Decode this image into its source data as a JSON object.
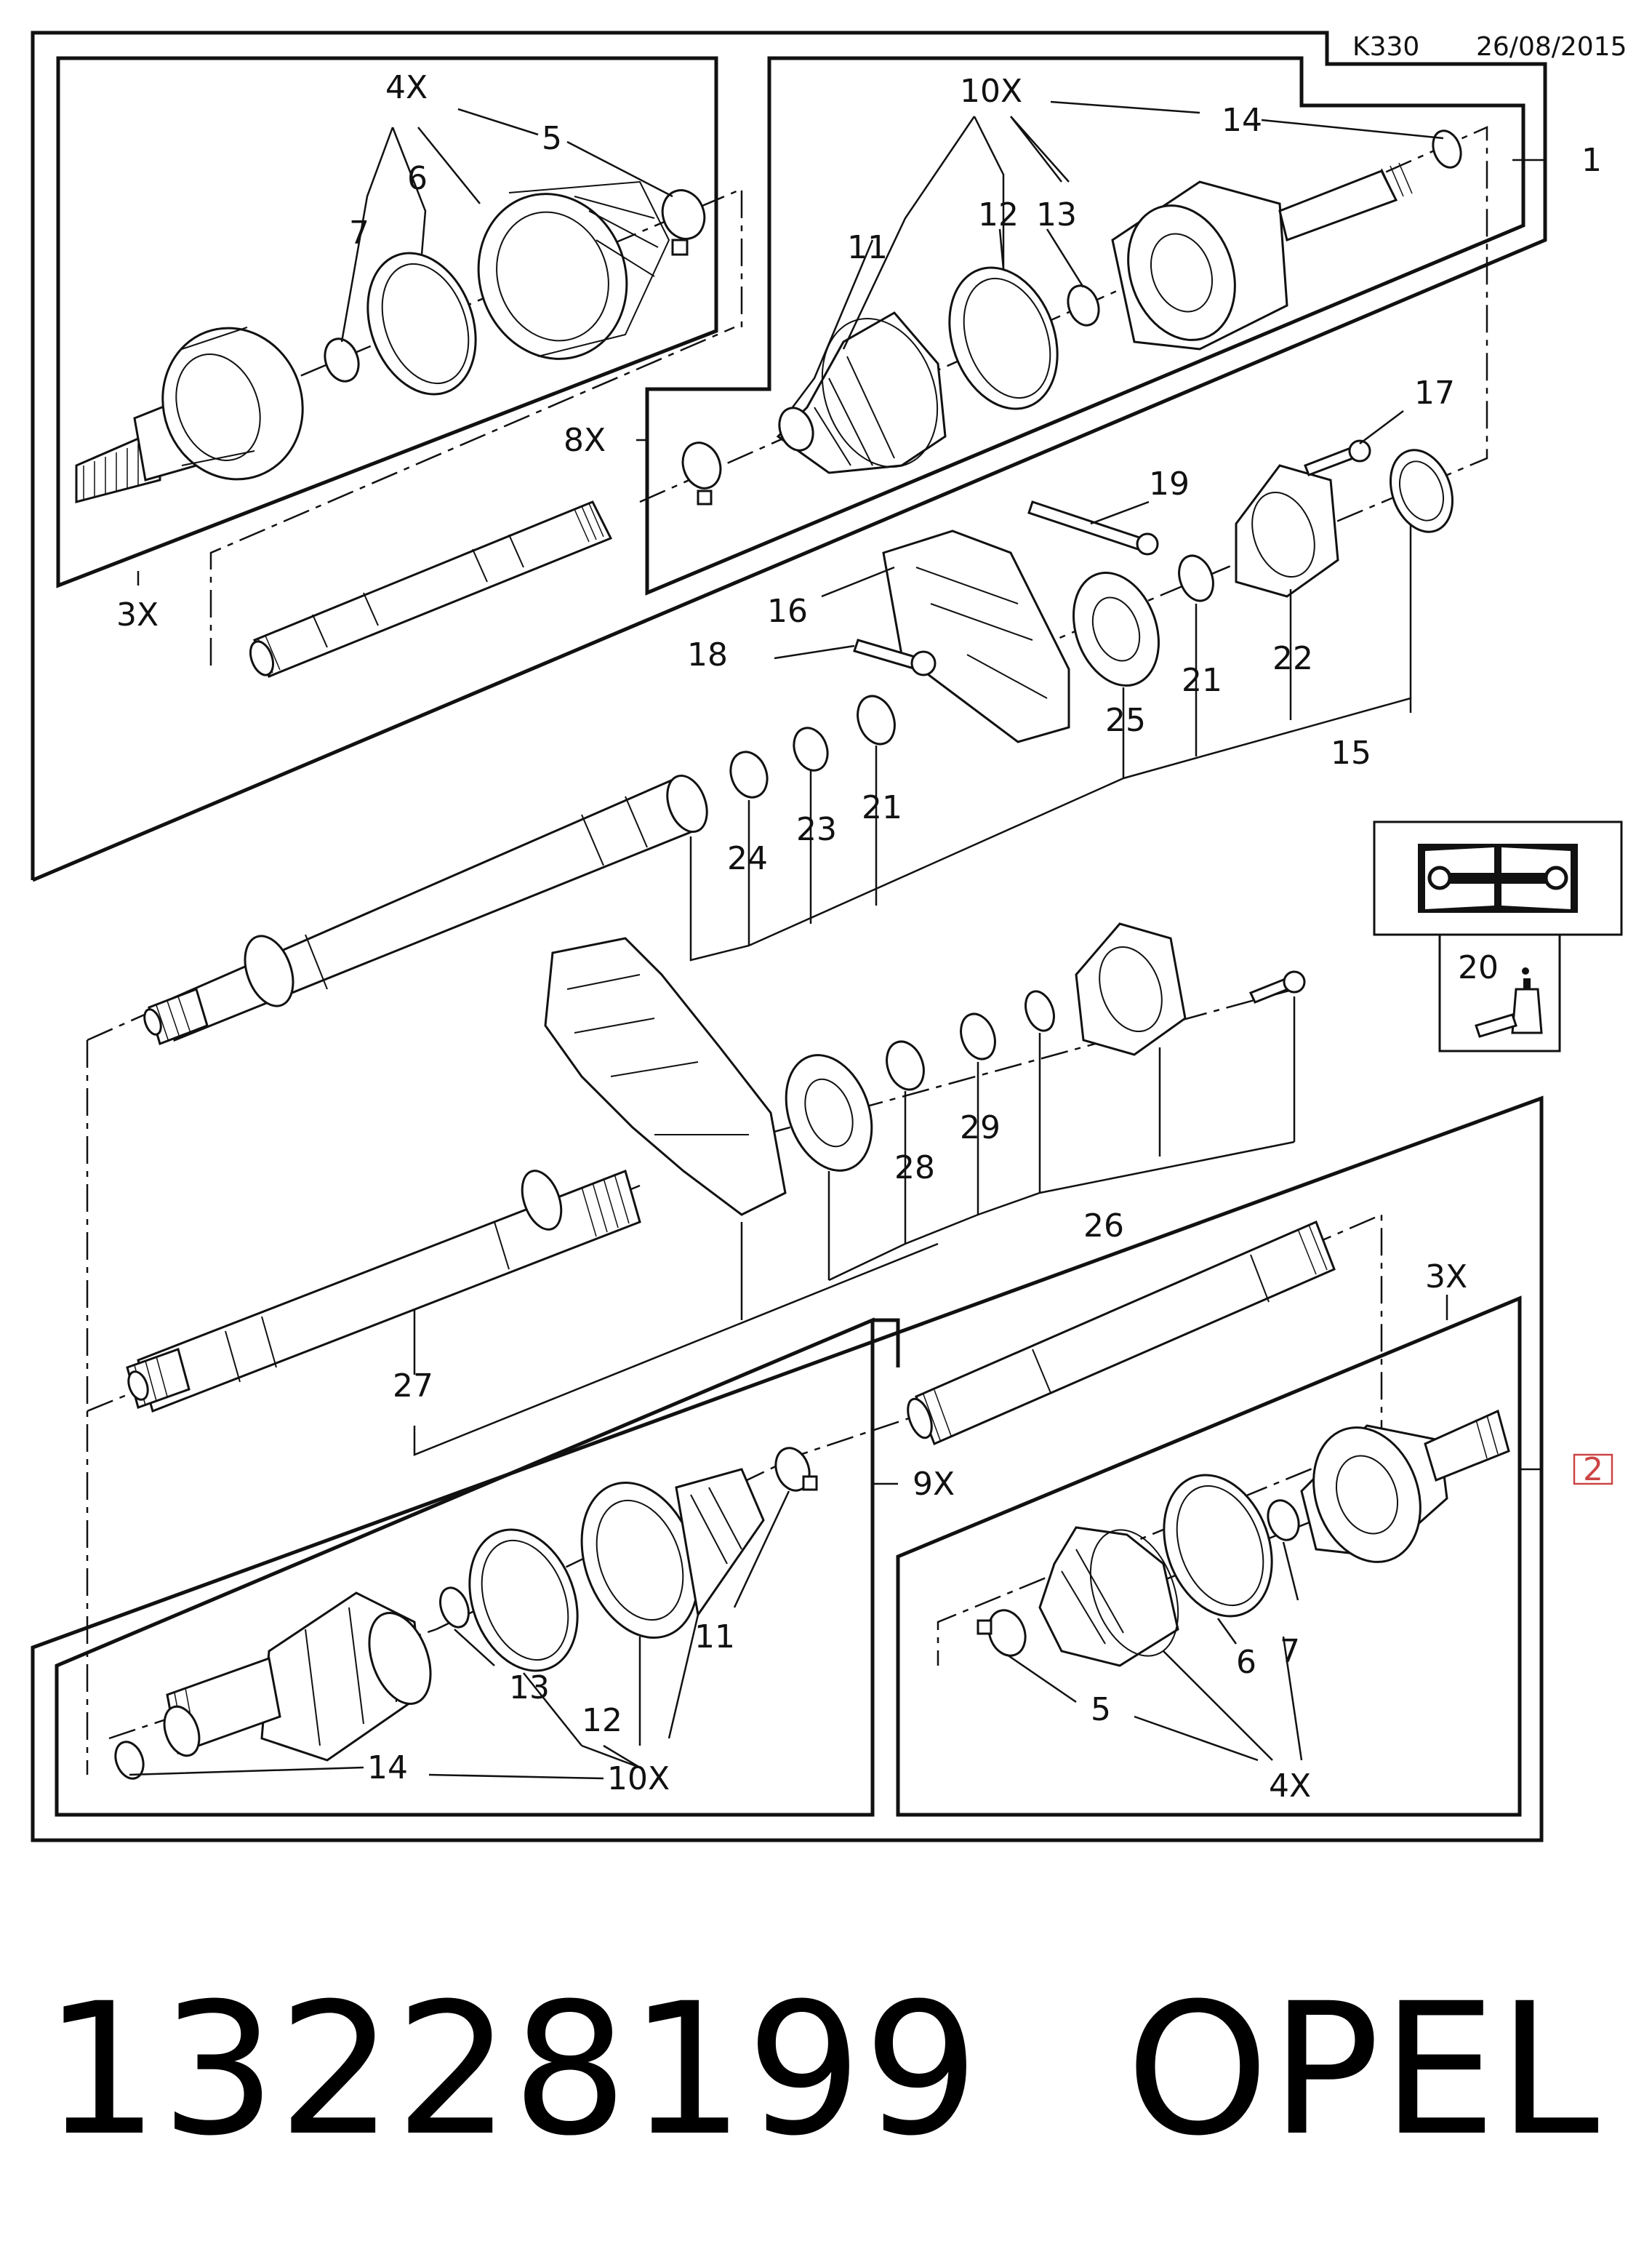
{
  "header": {
    "code": "K330",
    "date": "26/08/2015"
  },
  "callouts": {
    "c1": "1",
    "c2": "2",
    "c3x_top": "3X",
    "c3x_bot": "3X",
    "c4x_top": "4X",
    "c4x_bot": "4X",
    "c5_top": "5",
    "c5_bot": "5",
    "c6_top": "6",
    "c6_bot": "6",
    "c7_top": "7",
    "c7_bot": "7",
    "c8x": "8X",
    "c9x": "9X",
    "c10x_top": "10X",
    "c10x_bot": "10X",
    "c11_top": "11",
    "c11_bot": "11",
    "c12_top": "12",
    "c12_bot": "12",
    "c13_top": "13",
    "c13_bot": "13",
    "c14_top": "14",
    "c14_bot": "14",
    "c15": "15",
    "c16": "16",
    "c17": "17",
    "c18": "18",
    "c19": "19",
    "c20": "20",
    "c21_a": "21",
    "c21_b": "21",
    "c22": "22",
    "c23": "23",
    "c24": "24",
    "c25": "25",
    "c26": "26",
    "c27": "27",
    "c28": "28",
    "c29": "29"
  },
  "icons": {
    "manual": "repair-manual-icon",
    "sealant": "sealant-tube-icon"
  },
  "caption": {
    "part_number": "13228199",
    "brand": "OPEL"
  }
}
